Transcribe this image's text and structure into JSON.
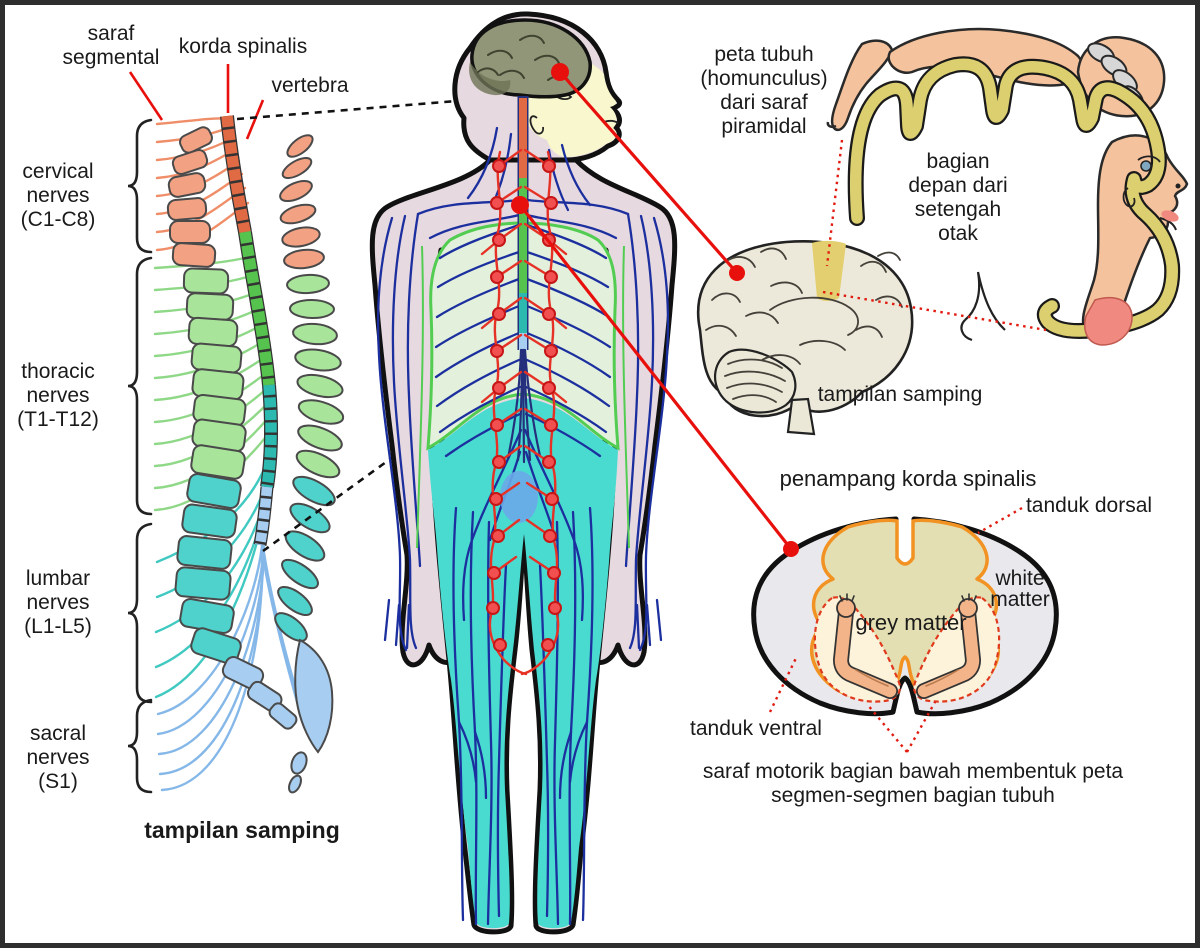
{
  "palette": {
    "cervical": "#f2a183",
    "cervical_cord": "#e06a44",
    "cervical_nerve": "#ef8e68",
    "thoracic": "#a9e49b",
    "thoracic_cord": "#57c34f",
    "thoracic_nerve": "#8fd887",
    "lumbar": "#4fd2cb",
    "lumbar_cord": "#2cb9b0",
    "lumbar_nerve": "#3fc9c0",
    "sacral": "#a7cdf0",
    "sacral_nerve": "#85b8e8",
    "nerve_navy": "#1c2f9e",
    "sympathetic_red": "#e63226",
    "connector_red": "#e8100c",
    "dashed_black": "#111111",
    "body_skin": "#e7d9e0",
    "torso_green": "#e2f0dc",
    "torso_green_line": "#52cd52",
    "legs_cyan": "#4adbd0",
    "face_yellow": "#f8f7cd",
    "brain_olive": "#929678",
    "bladder_blue": "#6aa8e8",
    "homunculus_skin": "#f4c29c",
    "cortex_band_yellow": "#dccf70",
    "finger_grey": "#d7d7d7",
    "lips_pink": "#f0897f",
    "brain_cream": "#ede9da",
    "motor_band_yellow": "#e3cf6f",
    "white_matter_grey": "#e9e9ed",
    "grey_matter_khaki": "#e3dfb2",
    "horn_cream": "#fdf3da",
    "horn_skin": "#f2b488",
    "outline_orange": "#f19222",
    "dashed_red_orange": "#e03a1e",
    "text_color": "#1a1a1a",
    "frame_border": "#2e2e2e"
  },
  "spine_panel": {
    "pointer_labels": {
      "saraf_segmental_line1": "saraf",
      "saraf_segmental_line2": "segmental",
      "korda_spinalis": "korda spinalis",
      "vertebra": "vertebra"
    },
    "nerve_groups": [
      {
        "line1": "cervical",
        "line2": "nerves",
        "line3": "(C1-C8)"
      },
      {
        "line1": "thoracic",
        "line2": "nerves",
        "line3": "(T1-T12)"
      },
      {
        "line1": "lumbar",
        "line2": "nerves",
        "line3": "(L1-L5)"
      },
      {
        "line1": "sacral",
        "line2": "nerves",
        "line3": "(S1)"
      }
    ],
    "caption": "tampilan samping"
  },
  "brain_panel": {
    "homunculus_label": {
      "line1": "peta tubuh",
      "line2": "(homunculus)",
      "line3": "dari saraf",
      "line4": "piramidal"
    },
    "hemisphere_label": {
      "line1": "bagian",
      "line2": "depan dari",
      "line3": "setengah",
      "line4": "otak"
    },
    "caption": "tampilan samping"
  },
  "cross_section_panel": {
    "title": "penampang korda spinalis",
    "tanduk_dorsal": "tanduk dorsal",
    "white_matter_line1": "white",
    "white_matter_line2": "matter",
    "grey_matter": "grey matter",
    "tanduk_ventral": "tanduk ventral",
    "footnote_line1": "saraf motorik bagian bawah membentuk peta",
    "footnote_line2": "segmen-segmen bagian tubuh"
  }
}
